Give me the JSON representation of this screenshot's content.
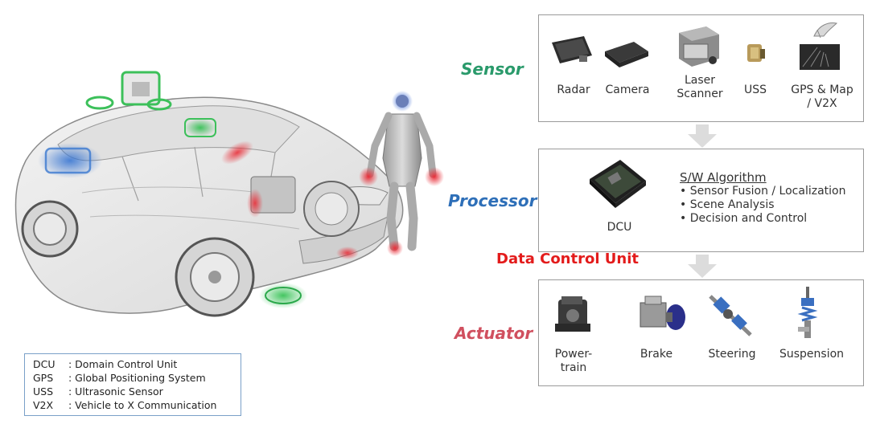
{
  "sensor": {
    "label": "Sensor",
    "label_color": "#2a9a6b",
    "items": [
      {
        "name": "Radar",
        "icon": "radar-icon"
      },
      {
        "name": "Camera",
        "icon": "camera-icon"
      },
      {
        "line1": "Laser",
        "line2": "Scanner",
        "icon": "laser-scanner-icon"
      },
      {
        "name": "USS",
        "icon": "ultrasonic-sensor-icon"
      },
      {
        "line1": "GPS & Map",
        "line2": "/ V2X",
        "icon": "gps-map-icon"
      }
    ]
  },
  "processor": {
    "label": "Processor",
    "label_color": "#2e6fb8",
    "dcu_label": "DCU",
    "algorithm_title": "S/W Algorithm",
    "algorithm_items": [
      "Sensor Fusion / Localization",
      "Scene Analysis",
      "Decision and Control"
    ]
  },
  "annotation": "Data Control Unit",
  "actuator": {
    "label": "Actuator",
    "label_color": "#d0505f",
    "items": [
      {
        "line1": "Power-",
        "line2": "train",
        "icon": "powertrain-icon"
      },
      {
        "name": "Brake",
        "icon": "brake-icon"
      },
      {
        "name": "Steering",
        "icon": "steering-icon"
      },
      {
        "name": "Suspension",
        "icon": "suspension-icon"
      }
    ]
  },
  "legend": [
    {
      "abbr": "DCU",
      "desc": ": Domain Control Unit"
    },
    {
      "abbr": "GPS",
      "desc": ": Global Positioning System"
    },
    {
      "abbr": "USS",
      "desc": ": Ultrasonic Sensor"
    },
    {
      "abbr": "V2X",
      "desc": ": Vehicle to X Communication"
    }
  ]
}
